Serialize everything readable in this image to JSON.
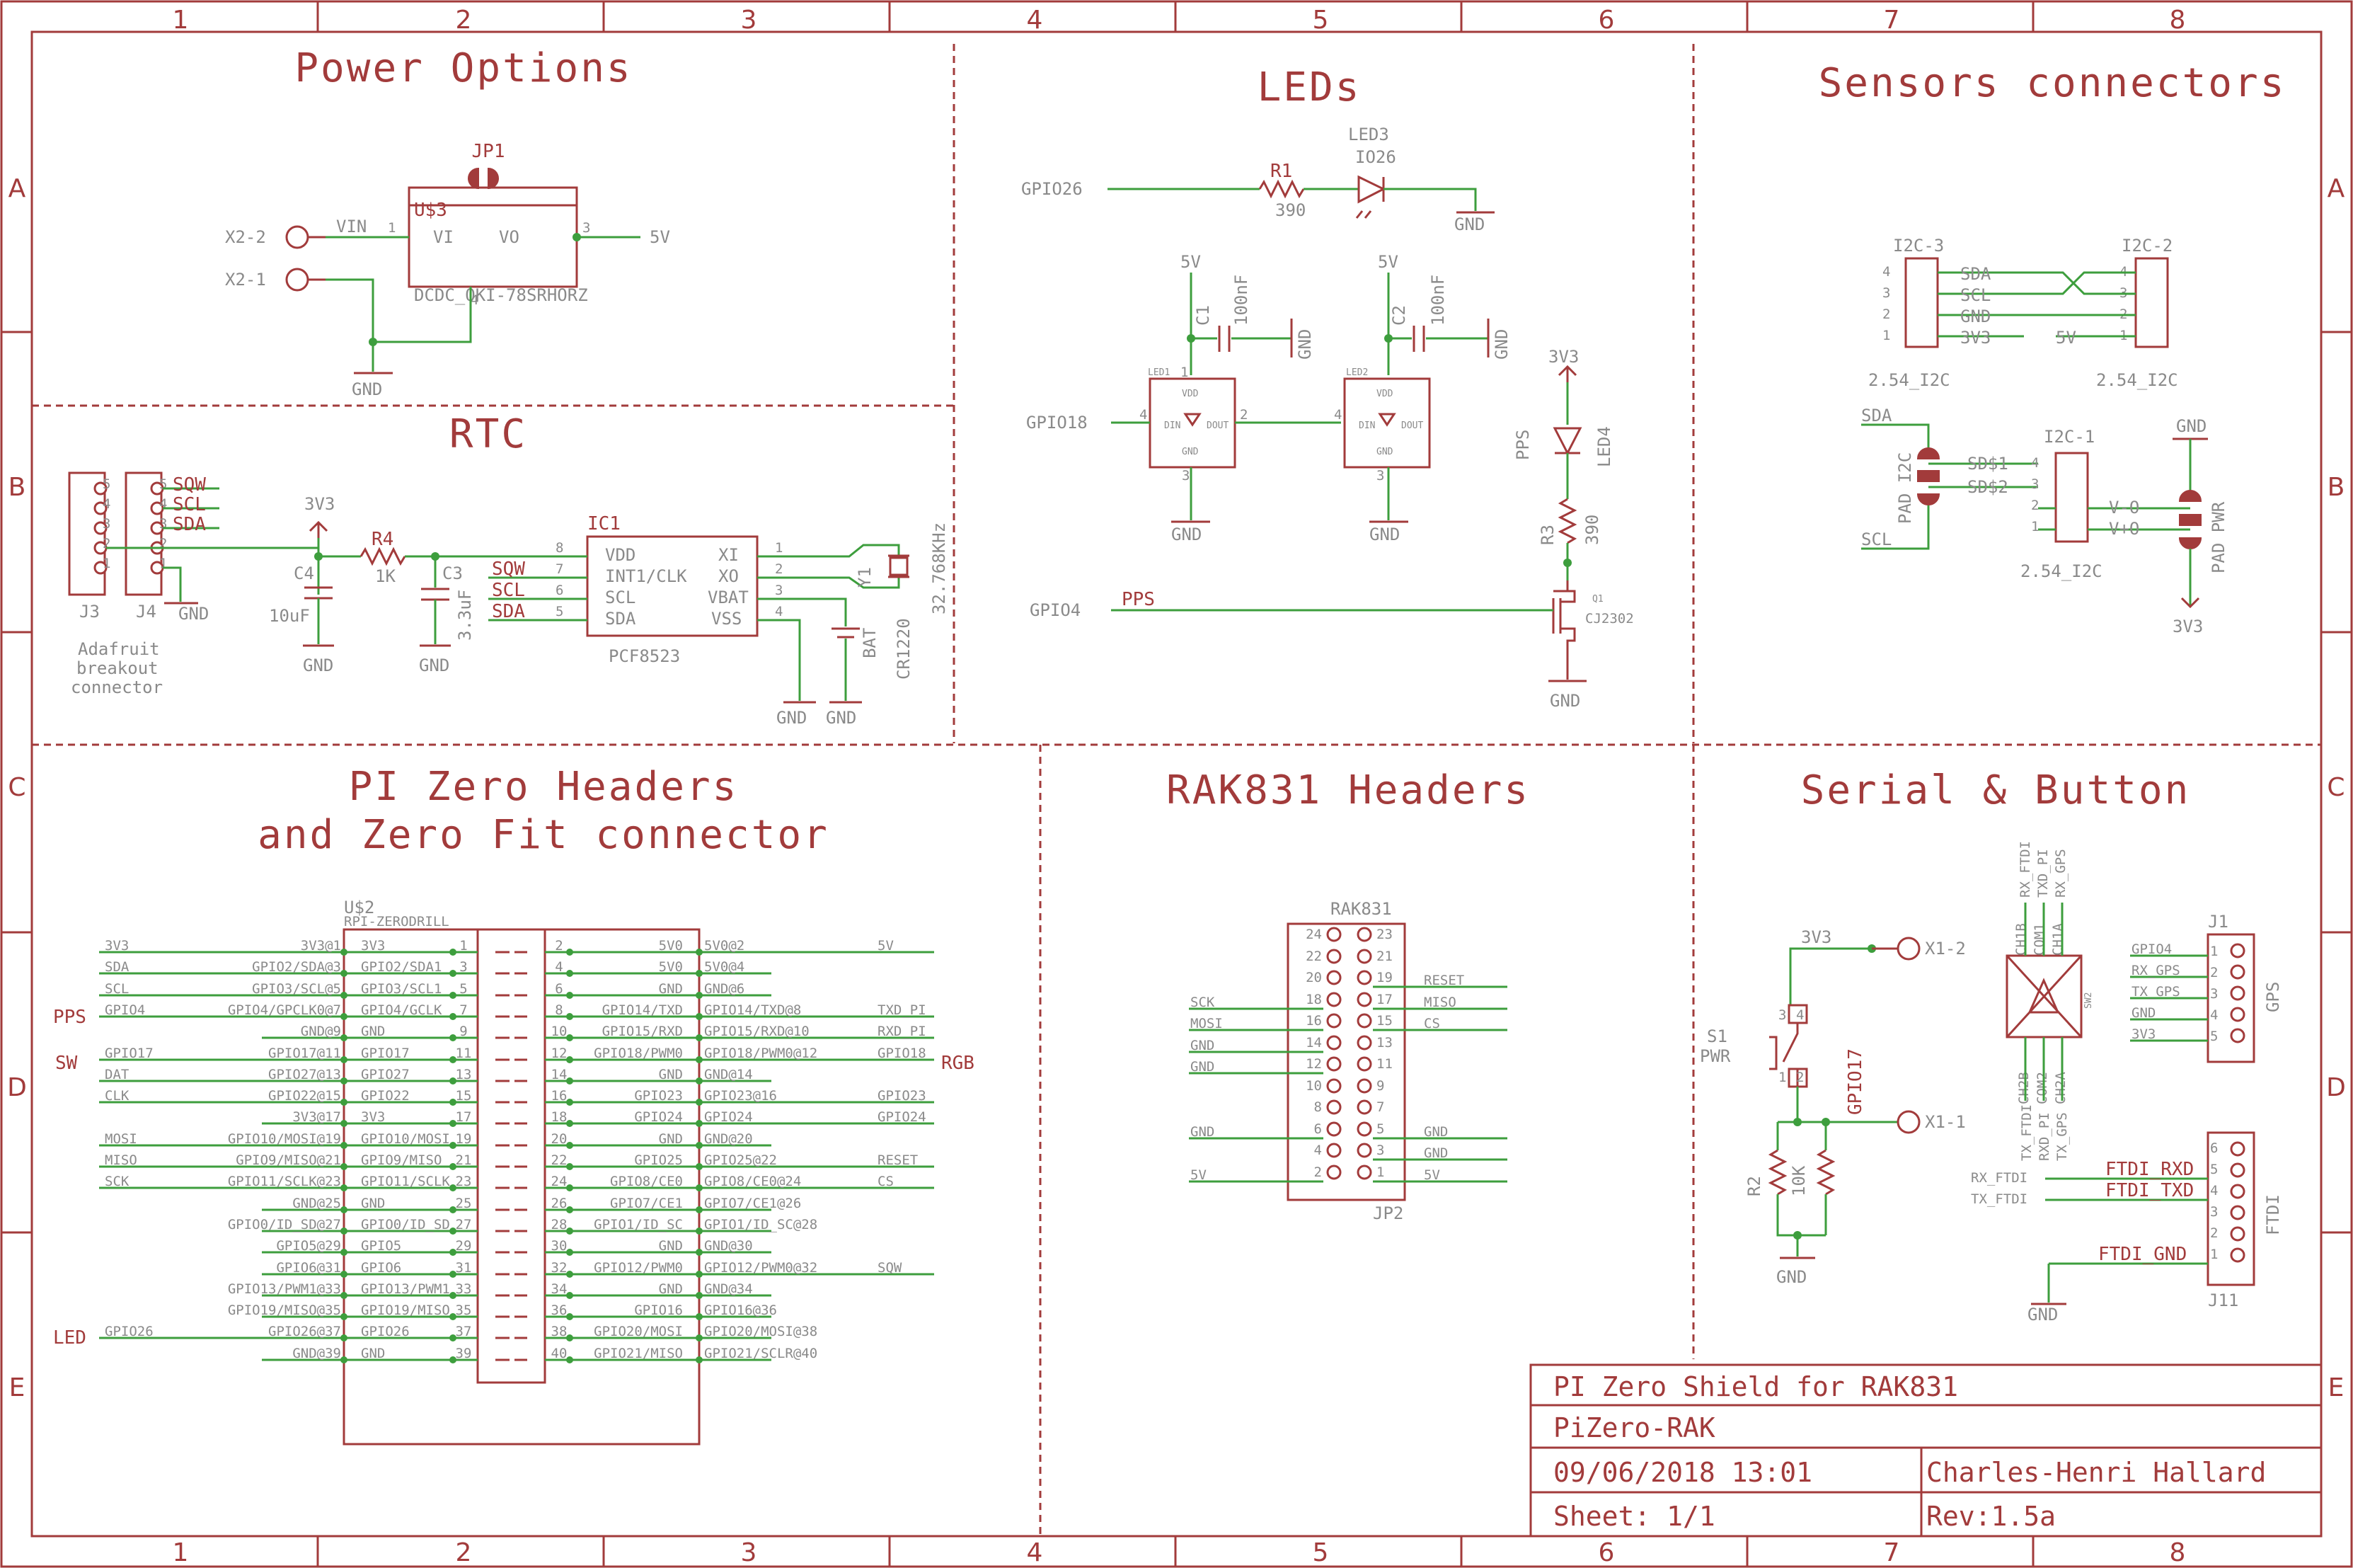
{
  "headings": {
    "power": "Power Options",
    "leds": "LEDs",
    "sensors": "Sensors connectors",
    "rtc": "RTC",
    "pi_line1": "PI Zero Headers",
    "pi_line2": "and Zero Fit connector",
    "rak": "RAK831 Headers",
    "serial": "Serial & Button"
  },
  "grid": {
    "columns": [
      "1",
      "2",
      "3",
      "4",
      "5",
      "6",
      "7",
      "8"
    ],
    "rows": [
      "A",
      "B",
      "C",
      "D",
      "E"
    ]
  },
  "title_block": {
    "title": "PI Zero Shield for RAK831",
    "name": "PiZero-RAK",
    "date": "09/06/2018 13:01",
    "author": "Charles-Henri Hallard",
    "sheet": "Sheet: 1/1",
    "rev": "Rev:1.5a"
  },
  "power": {
    "jp1": "JP1",
    "u3": "U$3",
    "vi": "VI",
    "vo": "VO",
    "pin1": "1",
    "pin3": "3",
    "pin4": "4",
    "vin": "VIN",
    "x2_2": "X2-2",
    "x2_1": "X2-1",
    "out": "5V",
    "part": "DCDC_OKI-78SRHORZ",
    "gnd": "GND"
  },
  "leds": {
    "gpio26": "GPIO26",
    "r1": "R1",
    "r1_val": "390",
    "led3": "LED3",
    "led3_val": "IO26",
    "gnd": "GND",
    "c1": "C1",
    "c1_val": "100nF",
    "c2": "C2",
    "c2_val": "100nF",
    "v5": "5V",
    "gpio18": "GPIO18",
    "led1": "LED1",
    "led2": "LED2",
    "vdd": "VDD",
    "din": "DIN",
    "dout": "DOUT",
    "gndp": "GND",
    "p1": "1",
    "p2": "2",
    "p3": "3",
    "p4": "4",
    "v33": "3V3",
    "pps_led": "PPS",
    "led4": "LED4",
    "r3": "R3",
    "r3_val": "390",
    "gpio4": "GPIO4",
    "pps": "PPS",
    "q1": "Q1",
    "q1_val": "CJ2302"
  },
  "sensors": {
    "i2c3": "I2C-3",
    "i2c2": "I2C-2",
    "i2c1": "I2C-1",
    "sda": "SDA",
    "scl": "SCL",
    "gnd": "GND",
    "v33": "3V3",
    "v5": "5V",
    "pitch": "2.54_I2C",
    "sd1": "SD$1",
    "sd2": "SD$2",
    "pad_i2c": "PAD I2C",
    "pad_pwr": "PAD PWR",
    "v_minus": "V-O",
    "v_plus": "V+O",
    "pins": [
      "4",
      "3",
      "2",
      "1"
    ]
  },
  "rtc": {
    "sqw": "SQW",
    "scl": "SCL",
    "sda": "SDA",
    "j3": "J3",
    "j4": "J4",
    "gnd": "GND",
    "adafruit1": "Adafruit",
    "adafruit2": "breakout",
    "adafruit3": "connector",
    "v33": "3V3",
    "r4": "R4",
    "r4_val": "1K",
    "c4": "C4",
    "c4_val": "10uF",
    "c3": "C3",
    "c3_val": "3.3uF",
    "ic1": "IC1",
    "ic_part": "PCF8523",
    "vdd": "VDD",
    "int": "INT1/CLK",
    "iscl": "SCL",
    "isda": "SDA",
    "xi": "XI",
    "xo": "XO",
    "vbat": "VBAT",
    "vss": "VSS",
    "lp": [
      "8",
      "7",
      "6",
      "5"
    ],
    "rp": [
      "1",
      "2",
      "3",
      "4"
    ],
    "y1": "Y1",
    "xtal": "32.768KHz",
    "bat": "BAT",
    "bat_val": "CR1220",
    "jpins": [
      "5",
      "4",
      "3",
      "2",
      "1"
    ]
  },
  "pi": {
    "u2": "U$2",
    "part": "RPI-ZERODRILL",
    "left_outer": [
      "3V3@1",
      "GPIO2/SDA@3",
      "GPIO3/SCL@5",
      "GPIO4/GPCLK0@7",
      "GND@9",
      "GPIO17@11",
      "GPIO27@13",
      "GPIO22@15",
      "3V3@17",
      "GPIO10/MOSI@19",
      "GPIO9/MISO@21",
      "GPIO11/SCLK@23",
      "GND@25",
      "GPIO0/ID_SD@27",
      "GPIO5@29",
      "GPIO6@31",
      "GPIO13/PWM1@33",
      "GPIO19/MISO@35",
      "GPIO26@37",
      "GND@39"
    ],
    "left_inner": [
      "3V3",
      "GPIO2/SDA1",
      "GPIO3/SCL1",
      "GPIO4/GCLK",
      "GND",
      "GPIO17",
      "GPIO27",
      "GPIO22",
      "3V3",
      "GPIO10/MOSI",
      "GPIO9/MISO",
      "GPIO11/SCLK",
      "GND",
      "GPIO0/ID_SD",
      "GPIO5",
      "GPIO6",
      "GPIO13/PWM1",
      "GPIO19/MISO",
      "GPIO26",
      "GND"
    ],
    "left_nums": [
      "1",
      "3",
      "5",
      "7",
      "9",
      "11",
      "13",
      "15",
      "17",
      "19",
      "21",
      "23",
      "25",
      "27",
      "29",
      "31",
      "33",
      "35",
      "37",
      "39"
    ],
    "right_nums": [
      "2",
      "4",
      "6",
      "8",
      "10",
      "12",
      "14",
      "16",
      "18",
      "20",
      "22",
      "24",
      "26",
      "28",
      "30",
      "32",
      "34",
      "36",
      "38",
      "40"
    ],
    "right_inner": [
      "5V0",
      "5V0",
      "GND",
      "GPIO14/TXD",
      "GPIO15/RXD",
      "GPIO18/PWM0",
      "GND",
      "GPIO23",
      "GPIO24",
      "GND",
      "GPIO25",
      "GPIO8/CE0",
      "GPIO7/CE1",
      "GPIO1/ID_SC",
      "GND",
      "GPIO12/PWM0",
      "GND",
      "GPIO16",
      "GPIO20/MOSI",
      "GPIO21/MISO"
    ],
    "right_outer": [
      "5V0@2",
      "5V0@4",
      "GND@6",
      "GPIO14/TXD@8",
      "GPIO15/RXD@10",
      "GPIO18/PWM0@12",
      "GND@14",
      "GPIO23@16",
      "GPIO24",
      "GND@20",
      "GPIO25@22",
      "GPIO8/CE0@24",
      "GPIO7/CE1@26",
      "GPIO1/ID_SC@28",
      "GND@30",
      "GPIO12/PWM0@32",
      "GND@34",
      "GPIO16@36",
      "GPIO20/MOSI@38",
      "GPIO21/SCLR@40"
    ],
    "left_nets": [
      "3V3",
      "SDA",
      "SCL",
      "GPIO4",
      "",
      "GPIO17",
      "DAT",
      "CLK",
      "",
      "MOSI",
      "MISO",
      "SCK",
      "",
      "",
      "",
      "",
      "",
      "",
      "GPIO26",
      ""
    ],
    "right_nets": [
      "5V",
      "",
      "",
      "TXD_PI",
      "RXD_PI",
      "GPIO18",
      "",
      "GPIO23",
      "GPIO24",
      "",
      "RESET",
      "CS",
      "",
      "",
      "",
      "SQW",
      "",
      "",
      "",
      ""
    ],
    "tag_pps": "PPS",
    "tag_sw": "SW",
    "tag_led": "LED",
    "tag_rgb": "RGB"
  },
  "rak": {
    "name": "RAK831",
    "jp2": "JP2",
    "left_pins": [
      "24",
      "22",
      "20",
      "18",
      "16",
      "14",
      "12",
      "10",
      "8",
      "6",
      "4",
      "2"
    ],
    "right_pins": [
      "23",
      "21",
      "19",
      "17",
      "15",
      "13",
      "11",
      "9",
      "7",
      "5",
      "3",
      "1"
    ],
    "left_nets": [
      "",
      "",
      "",
      "SCK",
      "MOSI",
      "GND",
      "GND",
      "",
      "",
      "GND",
      "",
      "5V"
    ],
    "right_nets": [
      "",
      "",
      "RESET",
      "MISO",
      "CS",
      "",
      "",
      "",
      "",
      "GND",
      "GND",
      "5V"
    ]
  },
  "serial": {
    "v33": "3V3",
    "x1_2": "X1-2",
    "x1_1": "X1-1",
    "s1": "S1",
    "pwr": "PWR",
    "gpio17": "GPIO17",
    "r2": "R2",
    "r2_val": "10K",
    "gnd": "GND",
    "sw_pins": [
      "3",
      "4",
      "1",
      "2"
    ],
    "top_labels": [
      "RX_FTDI",
      "TXD_PI",
      "RX_GPS"
    ],
    "bot_labels": [
      "TX_FTDI",
      "RXD_PI",
      "TX_GPS"
    ],
    "ch1b": "CH1B",
    "com1": "COM1",
    "ch1a": "CH1A",
    "ch2b": "CH2B",
    "com2": "COM2",
    "ch2a": "CH2A",
    "sw2": "SW2",
    "j1": "J1",
    "gps": "GPS",
    "j1_nets": [
      "GPIO4",
      "RX_GPS",
      "TX_GPS",
      "GND",
      "3V3"
    ],
    "j1_pins": [
      "1",
      "2",
      "3",
      "4",
      "5"
    ],
    "j11": "J11",
    "ftdi": "FTDI",
    "ftdi_rxd": "FTDI_RXD",
    "ftdi_txd": "FTDI_TXD",
    "ftdi_gnd": "FTDI_GND",
    "rx_ftdi": "RX_FTDI",
    "tx_ftdi": "TX_FTDI",
    "j11_pins": [
      "6",
      "5",
      "4",
      "3",
      "2",
      "1"
    ]
  }
}
